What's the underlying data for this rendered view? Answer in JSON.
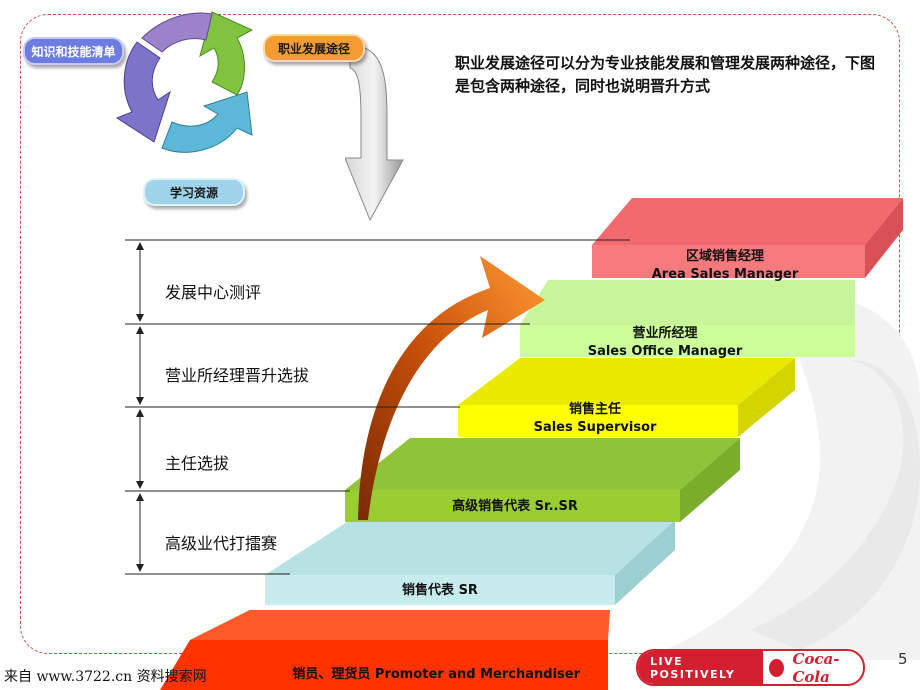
{
  "pills": {
    "knowledge": "知识和技能清单",
    "career": "职业发展途径",
    "learning": "学习资源"
  },
  "intro_text": "职业发展途径可以分为专业技能发展和管理发展两种途径，下图是包含两种途径，同时也说明晋升方式",
  "stages": [
    {
      "label": "发展中心测评"
    },
    {
      "label": "营业所经理晋升选拔"
    },
    {
      "label": "主任选拔"
    },
    {
      "label": "高级业代打擂赛"
    }
  ],
  "steps": [
    {
      "cn": "区域销售经理",
      "en": "Area Sales Manager",
      "color": "#f47a7e"
    },
    {
      "cn": "营业所经理",
      "en": "Sales Office Manager",
      "color": "#ccff99"
    },
    {
      "cn": "销售主任",
      "en": "Sales Supervisor",
      "color": "#ffff00"
    },
    {
      "cn": "高级销售代表 Sr..SR",
      "en": "",
      "color": "#8fc43a"
    },
    {
      "cn": "销售代表 SR",
      "en": "",
      "color": "#b7e1e3"
    },
    {
      "cn": "销员、理货员 Promoter and Merchandiser",
      "en": "",
      "color": "#ff3300"
    }
  ],
  "footer": {
    "source": "来自 www.3722.cn 资料搜索网",
    "page": "5"
  },
  "brand": {
    "tagline": "LIVE POSITIVELY",
    "logo": "Coca-Cola"
  }
}
